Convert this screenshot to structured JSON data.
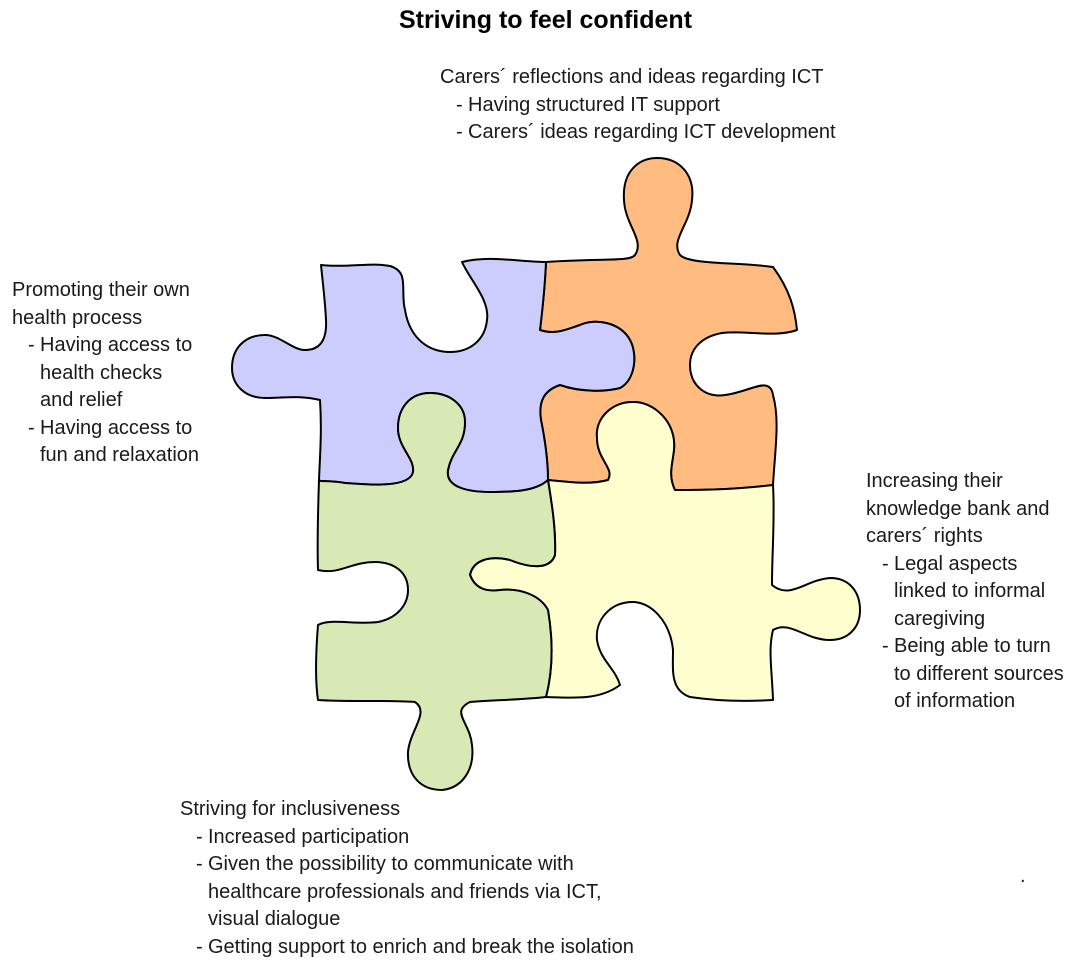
{
  "title": "Striving to feel confident",
  "pieces": [
    {
      "name": "ict-piece",
      "color": "#ffbb80"
    },
    {
      "name": "health-piece",
      "color": "#cccdfd"
    },
    {
      "name": "knowledge-piece",
      "color": "#fffece"
    },
    {
      "name": "inclusiveness-piece",
      "color": "#d9e9b6"
    }
  ],
  "stroke_color": "#000000",
  "blocks": {
    "ict": {
      "heading": "Carers´ reflections and ideas regarding ICT",
      "items": [
        "Having structured IT support",
        "Carers´ ideas regarding ICT development"
      ]
    },
    "health": {
      "heading_lines": [
        "Promoting their own",
        "health process"
      ],
      "items": [
        [
          "Having access to",
          "health checks",
          "and relief"
        ],
        [
          "Having access to",
          "fun and relaxation"
        ]
      ]
    },
    "knowledge": {
      "heading_lines": [
        "Increasing their",
        "knowledge bank and",
        "carers´ rights"
      ],
      "items": [
        [
          "Legal aspects",
          "linked to informal",
          "caregiving"
        ],
        [
          "Being able to turn",
          "to different sources",
          "of information"
        ]
      ]
    },
    "inclusiveness": {
      "heading": "Striving for inclusiveness",
      "items": [
        [
          "Increased participation"
        ],
        [
          "Given the possibility to communicate with",
          "healthcare professionals and friends via ICT,",
          "visual dialogue"
        ],
        [
          "Getting support to enrich and break the isolation"
        ]
      ]
    }
  },
  "stray_mark": "."
}
